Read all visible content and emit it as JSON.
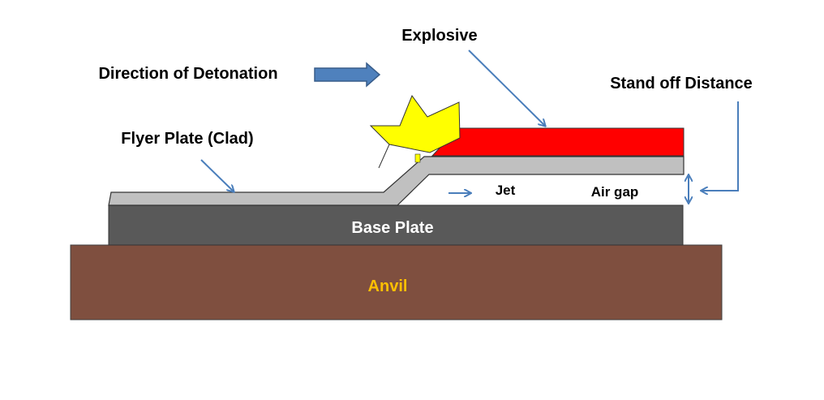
{
  "labels": {
    "explosive": "Explosive",
    "direction": "Direction of Detonation",
    "standoff": "Stand off Distance",
    "flyer": "Flyer Plate (Clad)",
    "jet": "Jet",
    "airgap": "Air gap",
    "base": "Base Plate",
    "anvil": "Anvil"
  },
  "colors": {
    "explosive": "#FF0000",
    "flyer": "#C0C0C0",
    "base": "#595959",
    "anvil": "#7F4F3F",
    "anvil_text": "#FFC000",
    "star": "#FFFF00",
    "arrow": "#4A7EBB"
  }
}
